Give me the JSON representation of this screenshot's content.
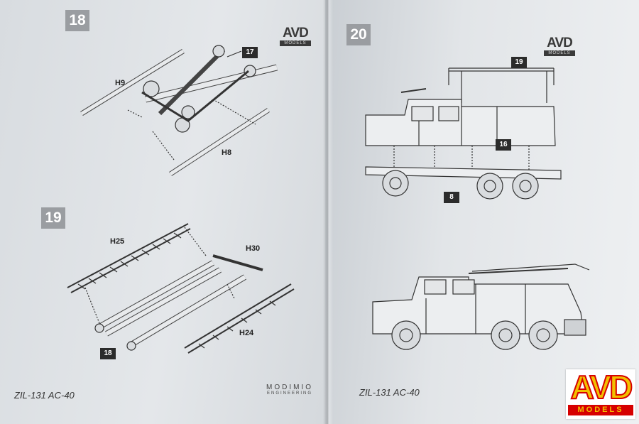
{
  "left_page": {
    "step_18": {
      "number": "18",
      "part_callout": "17",
      "labels": [
        "H9",
        "H8"
      ]
    },
    "step_19": {
      "number": "19",
      "part_callout": "18",
      "labels": [
        "H25",
        "H30",
        "H24"
      ]
    },
    "logo": {
      "big": "AVD",
      "small": "MODELS"
    },
    "footer_title": "ZIL-131 AC-40",
    "engineering_logo": {
      "line1": "MODIMIO",
      "line2": "ENGINEERING"
    }
  },
  "right_page": {
    "step_20": {
      "number": "20",
      "part_callouts": [
        "19",
        "16",
        "8"
      ]
    },
    "logo": {
      "big": "AVD",
      "small": "MODELS"
    },
    "footer_title": "ZIL-131 AC-40"
  },
  "corner_logo": {
    "big": "AVD",
    "small": "MODELS",
    "colors": {
      "fill": "#f2c000",
      "outline": "#d60000"
    }
  },
  "colors": {
    "paper": "#e2e5e8",
    "background": "#8c8f94",
    "ink": "#2b2b2b",
    "step_box": "#9a9da1"
  }
}
